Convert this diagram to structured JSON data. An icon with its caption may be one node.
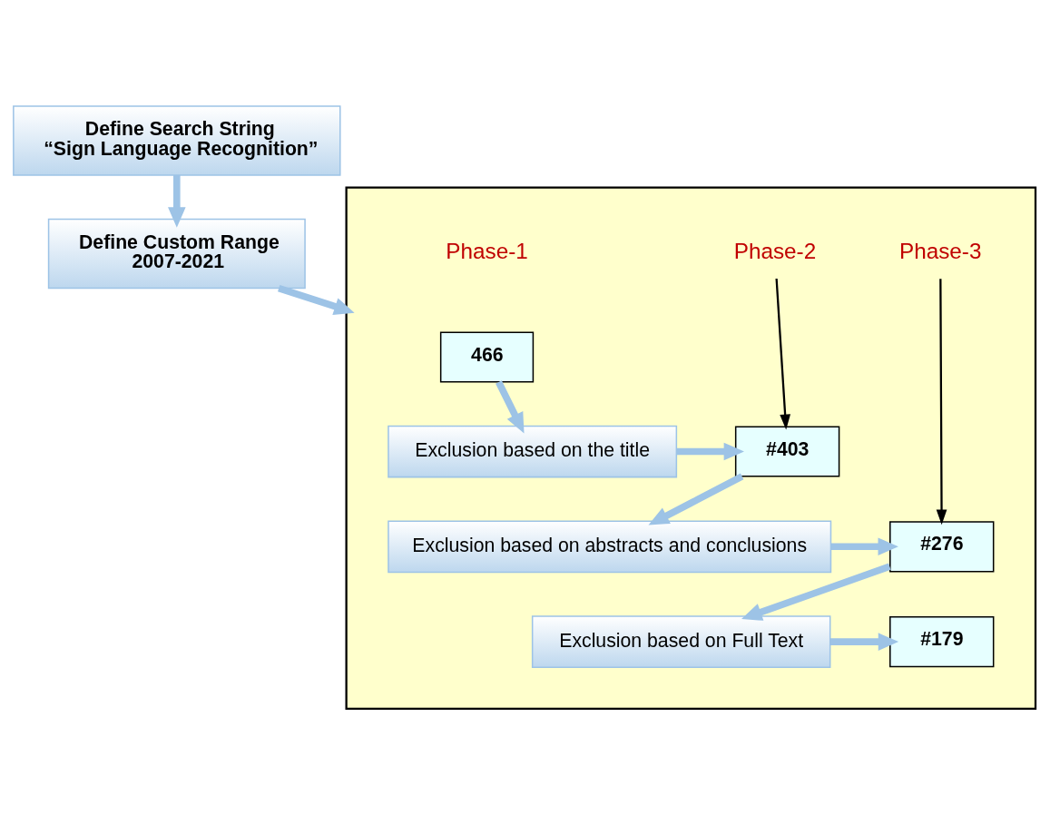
{
  "diagram": {
    "nodes": [
      {
        "text": [
          "Define Search String",
          "“Sign Language Recognition”"
        ]
      },
      {
        "text": [
          "Define Custom Range",
          "2007-2021"
        ]
      },
      {
        "text": [],
        "shape": "box"
      },
      {
        "text": [
          "Phase-2"
        ],
        "in": 2
      },
      {
        "text": [
          "Phase-3"
        ],
        "in": 2
      },
      {
        "text": [
          "466"
        ],
        "in": 2
      },
      {
        "text": [
          "Exclusion based on the title"
        ],
        "in": 2
      },
      {
        "text": [
          "#403"
        ],
        "in": 2
      },
      {
        "text": [
          "Exclusion based on abstracts and conclusions"
        ],
        "in": 2
      },
      {
        "text": [
          "#276"
        ],
        "in": 2
      },
      {
        "text": [
          "Exclusion based on Full Text"
        ],
        "in": 2
      },
      {
        "text": [
          "#179"
        ],
        "in": 2
      }
    ],
    "edges": [
      {
        "from": 0,
        "to": 1,
        "arrow": "to"
      },
      {
        "from": 1,
        "to": 2,
        "arrow": "to"
      },
      {
        "from": 5,
        "to": 6,
        "arrow": "to"
      },
      {
        "from": 6,
        "to": 7,
        "arrow": "to"
      },
      {
        "from": 3,
        "to": 7,
        "arrow": "to",
        "color": "#000000"
      },
      {
        "from": 7,
        "to": 8,
        "arrow": "to"
      },
      {
        "from": 8,
        "to": 9,
        "arrow": "to"
      },
      {
        "from": 4,
        "to": 9,
        "arrow": "to",
        "color": "#000000"
      },
      {
        "from": 9,
        "to": 10,
        "arrow": "to"
      },
      {
        "from": 10,
        "to": 11,
        "arrow": "to"
      }
    ],
    "labels": [
      "Phase-1"
    ]
  }
}
